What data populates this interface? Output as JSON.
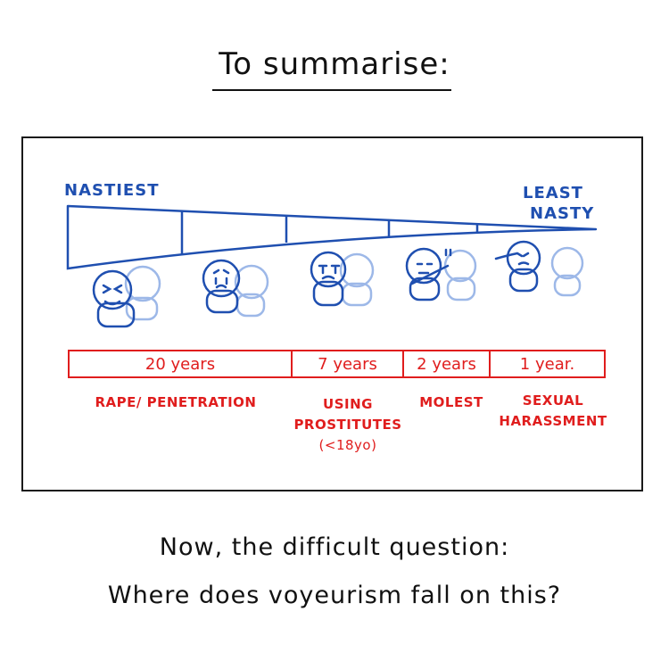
{
  "title": "To summarise:",
  "scale": {
    "left_label": "NASTIEST",
    "right_label_line1": "LEAST",
    "right_label_line2": "NASTY"
  },
  "sentences": [
    {
      "years": "20 years",
      "crime_lines": [
        "RAPE/ PENETRATION"
      ]
    },
    {
      "years": "7 years",
      "crime_lines": [
        "USING",
        "PROSTITUTES",
        "(<18yo)"
      ]
    },
    {
      "years": "2 years",
      "crime_lines": [
        "MOLEST"
      ]
    },
    {
      "years": "1 year.",
      "crime_lines": [
        "SEXUAL",
        "HARASSMENT"
      ]
    }
  ],
  "question_line1": "Now, the difficult question:",
  "question_line2": "Where does voyeurism fall on this?",
  "colors": {
    "ink": "#111111",
    "blue": "#1f4fb0",
    "light_blue": "#9db8e8",
    "red": "#e01d1d"
  }
}
